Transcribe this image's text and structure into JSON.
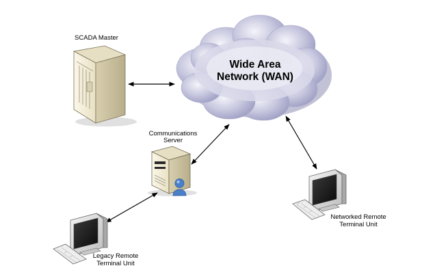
{
  "diagram": {
    "wan": {
      "line1": "Wide Area",
      "line2": "Network (WAN)"
    },
    "scada_master": {
      "label": "SCADA Master"
    },
    "comm_server": {
      "line1": "Communications",
      "line2": "Server"
    },
    "networked_rtu": {
      "line1": "Networked Remote",
      "line2": "Terminal Unit"
    },
    "legacy_rtu": {
      "line1": "Legacy Remote",
      "line2": "Terminal Unit"
    },
    "colors": {
      "cloud_fill": "#b9b9d6",
      "cloud_shadow": "#8f8fb5",
      "cream_case": "#f2ecd6",
      "monitor_frame": "#e4e4e4",
      "screen": "#1c1c1c",
      "user_badge": "#4a7fc9",
      "connector": "#000000"
    },
    "icons": [
      "cloud-icon",
      "server-tower-icon",
      "server-icon",
      "user-icon",
      "computer-monitor-icon",
      "keyboard-icon"
    ]
  }
}
